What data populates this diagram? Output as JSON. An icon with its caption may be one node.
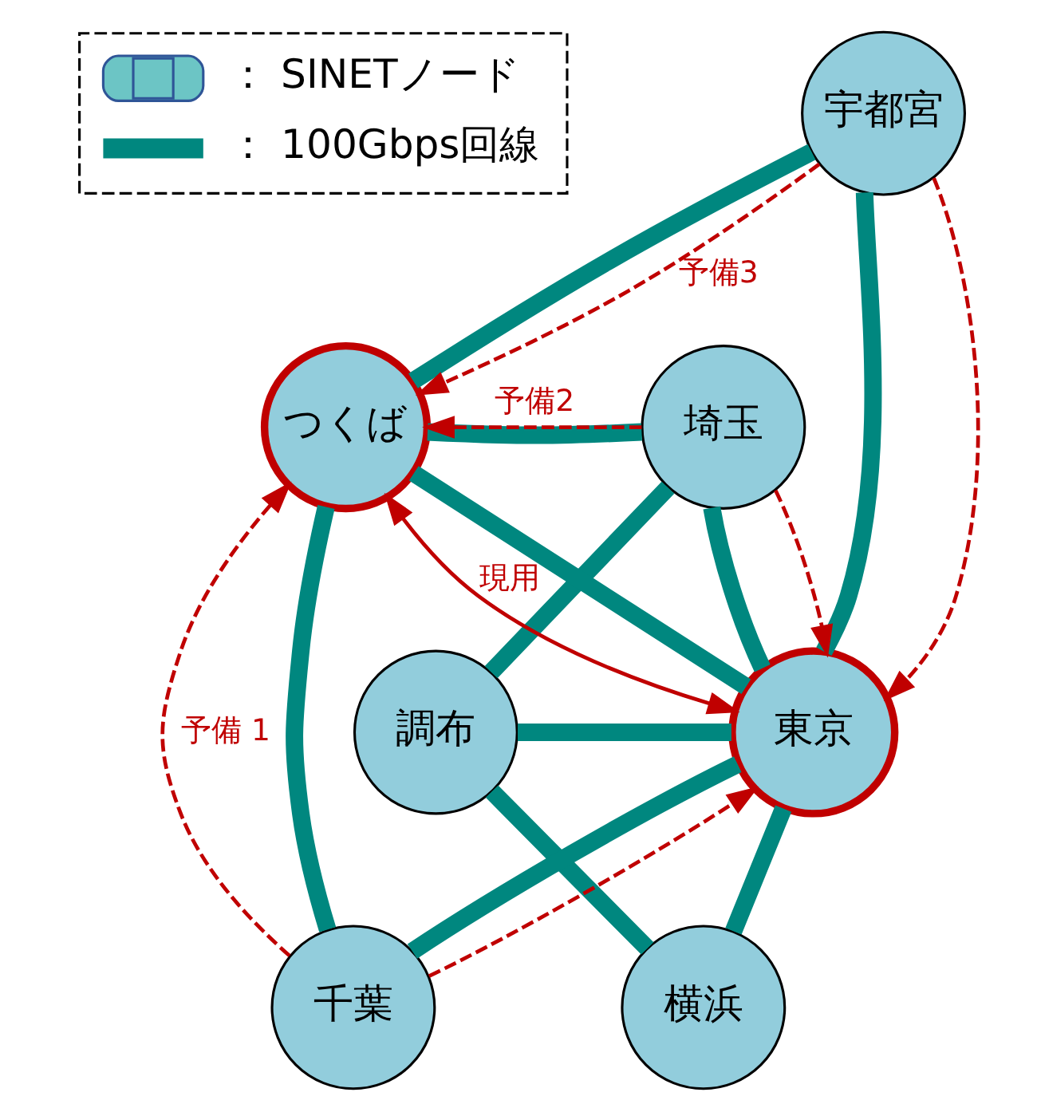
{
  "diagram": {
    "nodes": [
      {
        "text": [
          "宇都宮"
        ]
      },
      {
        "text": [
          "埼玉"
        ]
      },
      {
        "text": [
          "つくば"
        ]
      },
      {
        "text": [
          "調布"
        ]
      },
      {
        "text": [
          "東京"
        ]
      },
      {
        "text": [
          "千葉"
        ]
      },
      {
        "text": [
          "横浜"
        ]
      }
    ],
    "edges": [
      {
        "from": 0,
        "to": 4,
        "arrow": "none"
      },
      {
        "from": 0,
        "to": 2,
        "arrow": "none"
      },
      {
        "from": 1,
        "to": 2,
        "arrow": "none"
      },
      {
        "from": 1,
        "to": 4,
        "arrow": "none"
      },
      {
        "from": 1,
        "to": 3,
        "arrow": "none"
      },
      {
        "from": 3,
        "to": 4,
        "arrow": "none"
      },
      {
        "from": 3,
        "to": 6,
        "arrow": "none"
      },
      {
        "from": 6,
        "to": 4,
        "arrow": "none"
      },
      {
        "from": 4,
        "to": 2,
        "arrow": "none"
      },
      {
        "from": 4,
        "to": 5,
        "arrow": "none"
      },
      {
        "from": 5,
        "to": 2,
        "arrow": "none"
      },
      {
        "from": 4,
        "to": 2,
        "arrow": "both",
        "label": "現用",
        "color": "#c00000"
      },
      {
        "from": 5,
        "to": 2,
        "arrow": "to",
        "label": "予備 1",
        "style": "dashed",
        "color": "#c00000"
      },
      {
        "from": 5,
        "to": 4,
        "arrow": "to",
        "style": "dashed",
        "color": "#c00000"
      },
      {
        "from": 1,
        "to": 2,
        "arrow": "to",
        "label": "予備2",
        "style": "dashed",
        "color": "#c00000"
      },
      {
        "from": 1,
        "to": 4,
        "arrow": "to",
        "style": "dashed",
        "color": "#c00000"
      },
      {
        "from": 0,
        "to": 2,
        "arrow": "to",
        "label": "予備3",
        "style": "dashed",
        "color": "#c00000"
      },
      {
        "from": 0,
        "to": 4,
        "arrow": "to",
        "style": "dashed",
        "color": "#c00000"
      }
    ],
    "legend": [
      {
        "text": "： SINETノード"
      },
      {
        "text": "： 100Gbps回線"
      }
    ]
  }
}
